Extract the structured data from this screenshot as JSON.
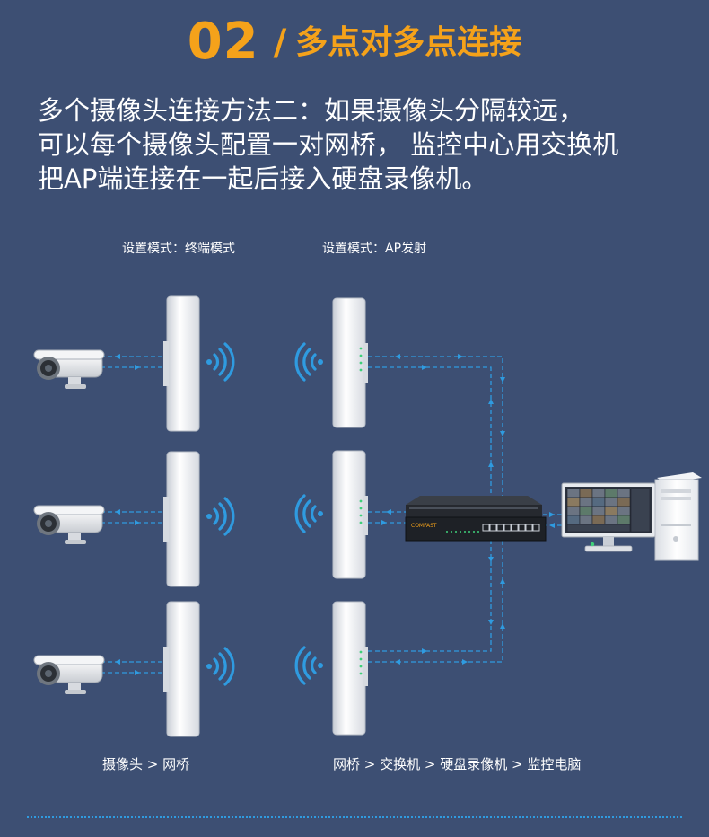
{
  "header": {
    "number": "02",
    "slash": "/",
    "title": "多点对多点连接"
  },
  "description": {
    "line1": "多个摄像头连接方法二：如果摄像头分隔较远，",
    "line2": "可以每个摄像头配置一对网桥， 监控中心用交换机",
    "line3": "把AP端连接在一起后接入硬盘录像机。"
  },
  "labels": {
    "mode_left": "设置模式：终端模式",
    "mode_right": "设置模式：AP发射",
    "flow_left": "摄像头  >  网桥",
    "flow_right": "网桥  >  交换机  >  硬盘录像机  >  监控电脑"
  },
  "switch": {
    "brand": "COMFAST"
  },
  "colors": {
    "background": "#3d4f73",
    "accent": "#f5a21a",
    "line": "#2f9be0"
  }
}
